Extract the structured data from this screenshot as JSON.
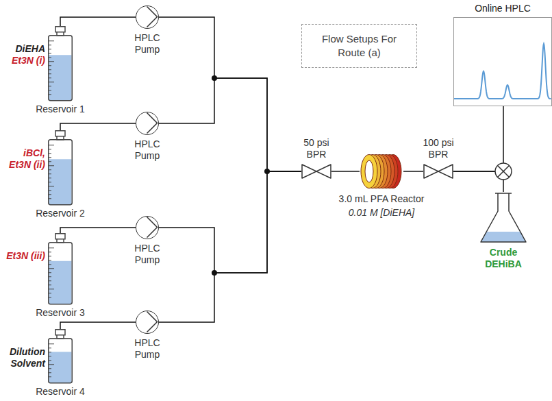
{
  "diagram": {
    "nodes": [
      {
        "text": [
          "DiEHA",
          "Et3N (i)",
          "Reservoir 1"
        ]
      },
      {
        "text": [
          "HPLC Pump"
        ]
      },
      {
        "text": [
          "iBCl, Et3N (ii)",
          "Reservoir 2"
        ]
      },
      {
        "text": [
          "HPLC Pump"
        ]
      },
      {
        "text": [
          "Et3N (iii)",
          "Reservoir 3"
        ]
      },
      {
        "text": [
          "HPLC Pump"
        ]
      },
      {
        "text": [
          "Dilution Solvent",
          "Reservoir 4"
        ]
      },
      {
        "text": [
          "HPLC Pump"
        ]
      },
      {
        "text": [
          "50 psi BPR"
        ]
      },
      {
        "text": [
          "3.0 mL PFA Reactor",
          "0.01 M [DiEHA]"
        ]
      },
      {
        "text": [
          "100 psi BPR"
        ]
      },
      {
        "text": [
          "Online HPLC"
        ]
      },
      {
        "text": [
          "Crude DEHiBA"
        ]
      },
      {
        "text": [
          "Flow Setups For Route (a)"
        ]
      }
    ],
    "edges": [
      {
        "from": 0,
        "to": 1,
        "arrow": "none"
      },
      {
        "from": 2,
        "to": 3,
        "arrow": "none"
      },
      {
        "from": 4,
        "to": 5,
        "arrow": "none"
      },
      {
        "from": 6,
        "to": 7,
        "arrow": "none"
      },
      {
        "from": 1,
        "to": 8,
        "arrow": "none"
      },
      {
        "from": 3,
        "to": 8,
        "arrow": "none"
      },
      {
        "from": 5,
        "to": 8,
        "arrow": "none"
      },
      {
        "from": 7,
        "to": 8,
        "arrow": "none"
      },
      {
        "from": 8,
        "to": 9,
        "arrow": "none"
      },
      {
        "from": 9,
        "to": 10,
        "arrow": "none"
      },
      {
        "from": 10,
        "to": 11,
        "arrow": "none"
      },
      {
        "from": 10,
        "to": 12,
        "arrow": "none"
      }
    ]
  }
}
